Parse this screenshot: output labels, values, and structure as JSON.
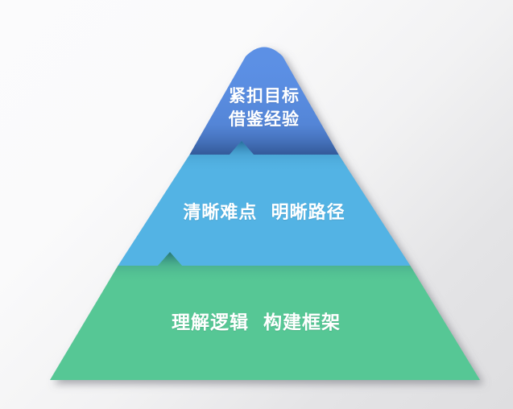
{
  "diagram": {
    "type": "pyramid",
    "title": "",
    "orientation": "apex-up",
    "tier_count": 3,
    "background": {
      "start_color": "#fbfbfc",
      "end_color": "#dedee0",
      "direction": "diagonal-top-left-to-bottom-right"
    },
    "tiers": [
      {
        "index": 1,
        "position": "top",
        "color": "#5b90e5",
        "shadow_color": "#2f4f8c",
        "text_color": "#ffffff",
        "lines": [
          "紧扣目标",
          "借鉴经验"
        ],
        "text": "紧扣目标\n借鉴经验"
      },
      {
        "index": 2,
        "position": "middle",
        "color": "#52b3e4",
        "shadow_color": "#2a6e94",
        "text_color": "#ffffff",
        "lines": [
          "清晰难点  明晰路径"
        ],
        "text": "清晰难点  明晰路径"
      },
      {
        "index": 3,
        "position": "bottom",
        "color": "#56c795",
        "shadow_color": "#2f8f6a",
        "text_color": "#ffffff",
        "lines": [
          "理解逻辑  构建框架"
        ],
        "text": "理解逻辑  构建框架"
      }
    ]
  }
}
